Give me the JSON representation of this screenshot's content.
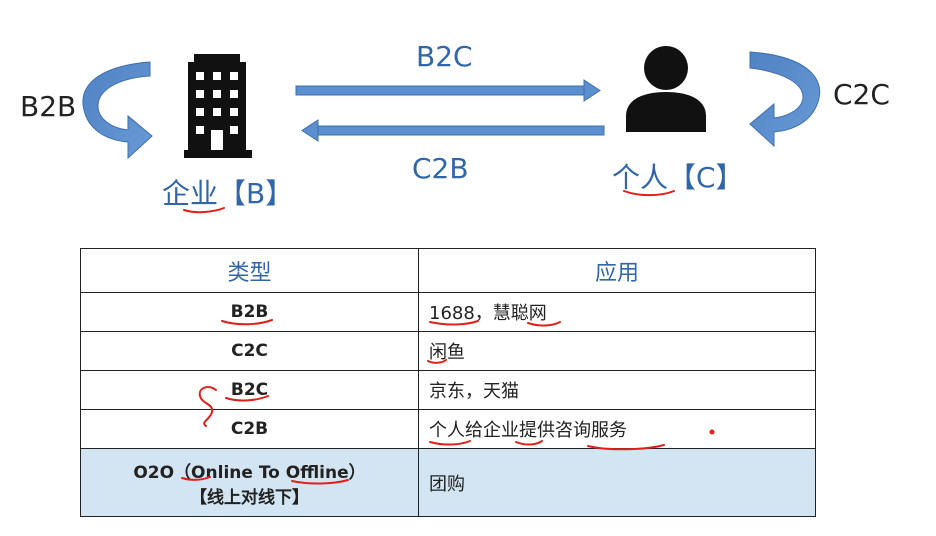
{
  "diagram": {
    "b2b_label": "B2B",
    "b2c_label": "B2C",
    "c2b_label": "C2B",
    "c2c_label": "C2C",
    "enterprise_label": "企业【B】",
    "person_label": "个人【C】",
    "icons": [
      "building-icon",
      "person-icon"
    ],
    "colors": {
      "accent": "#3167a8",
      "arrow": "#5b8fd0",
      "annotation": "#e0201a",
      "highlight_row": "#d3e5f2"
    }
  },
  "table": {
    "headers": [
      "类型",
      "应用"
    ],
    "rows": [
      {
        "type": "B2B",
        "app": "1688，慧聪网"
      },
      {
        "type": "C2C",
        "app": "闲鱼"
      },
      {
        "type": "B2C",
        "app": "京东，天猫"
      },
      {
        "type": "C2B",
        "app": "个人给企业提供咨询服务"
      },
      {
        "type": "O2O（Online To Offline）",
        "type_line2": "【线上对线下】",
        "app": "团购"
      }
    ]
  }
}
